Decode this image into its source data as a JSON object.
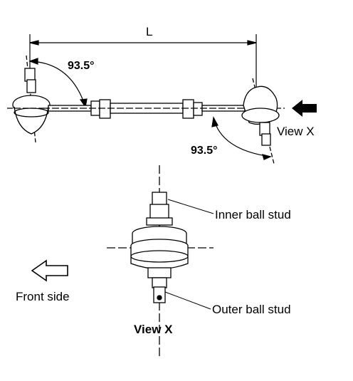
{
  "labels": {
    "length": "L",
    "angle_left": "93.5°",
    "angle_right": "93.5°",
    "view_arrow": "View X",
    "inner_ball_stud": "Inner ball stud",
    "outer_ball_stud": "Outer ball stud",
    "front_side": "Front side",
    "view_caption": "View X"
  }
}
